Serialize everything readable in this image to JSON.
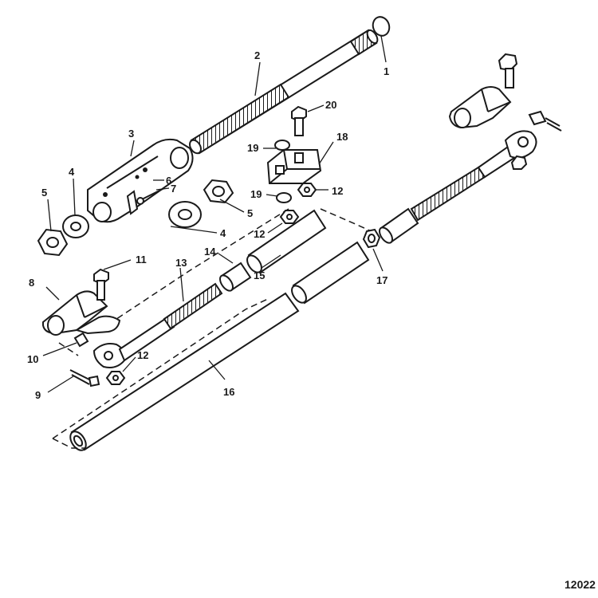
{
  "callouts": [
    {
      "id": "c1",
      "text": "1"
    },
    {
      "id": "c2",
      "text": "2"
    },
    {
      "id": "c3",
      "text": "3"
    },
    {
      "id": "c4a",
      "text": "4"
    },
    {
      "id": "c4b",
      "text": "4"
    },
    {
      "id": "c5a",
      "text": "5"
    },
    {
      "id": "c5b",
      "text": "5"
    },
    {
      "id": "c6",
      "text": "6"
    },
    {
      "id": "c7",
      "text": "7"
    },
    {
      "id": "c8",
      "text": "8"
    },
    {
      "id": "c9",
      "text": "9"
    },
    {
      "id": "c10",
      "text": "10"
    },
    {
      "id": "c11",
      "text": "11"
    },
    {
      "id": "c12a",
      "text": "12"
    },
    {
      "id": "c12b",
      "text": "12"
    },
    {
      "id": "c12c",
      "text": "12"
    },
    {
      "id": "c13",
      "text": "13"
    },
    {
      "id": "c14",
      "text": "14"
    },
    {
      "id": "c15",
      "text": "15"
    },
    {
      "id": "c16",
      "text": "16"
    },
    {
      "id": "c17",
      "text": "17"
    },
    {
      "id": "c18",
      "text": "18"
    },
    {
      "id": "c19a",
      "text": "19"
    },
    {
      "id": "c19b",
      "text": "19"
    },
    {
      "id": "c20",
      "text": "20"
    }
  ],
  "figure_id": "12022"
}
